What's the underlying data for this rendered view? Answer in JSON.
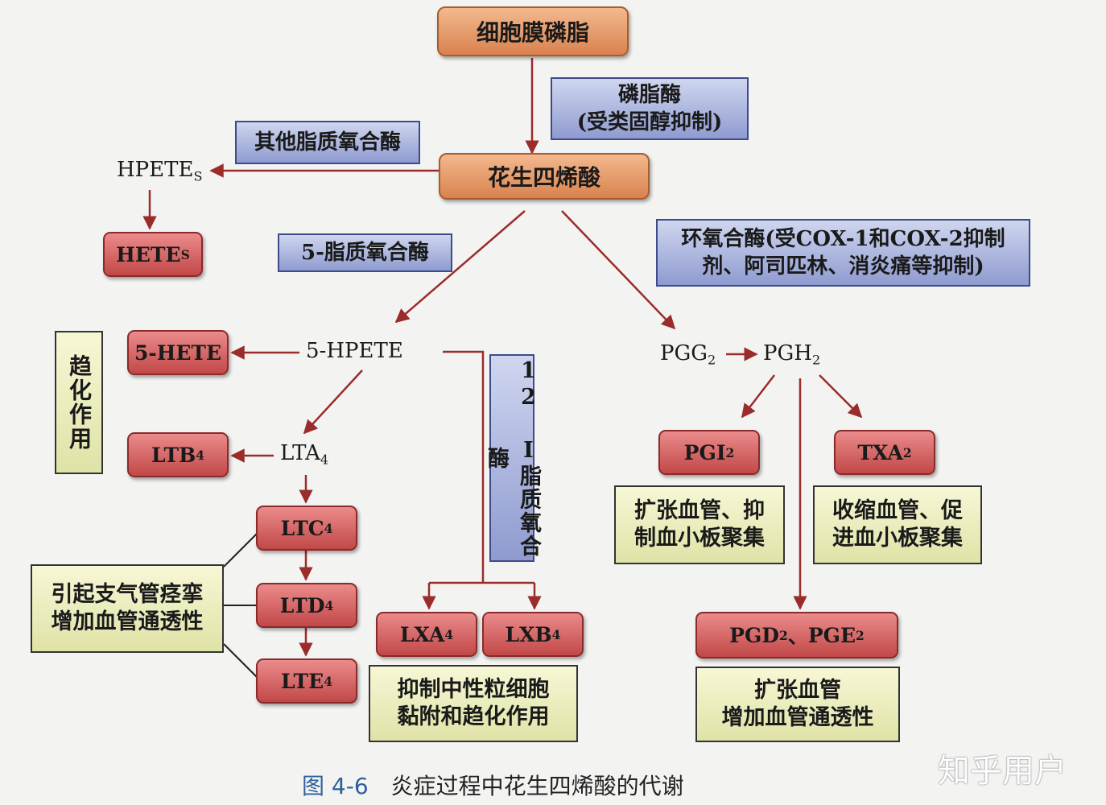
{
  "nodes": {
    "membrane": "细胞膜磷脂",
    "arachidonic": "花生四烯酸",
    "hpetes": {
      "main": "HPETE",
      "sub": "S"
    },
    "hetes": {
      "main": "HETE",
      "sub": "S"
    },
    "hpete5": "5-HPETE",
    "hete5": "5-HETE",
    "lta4": {
      "main": "LTA",
      "sub": "4"
    },
    "ltb4": {
      "main": "LTB",
      "sub": "4"
    },
    "ltc4": {
      "main": "LTC",
      "sub": "4"
    },
    "ltd4": {
      "main": "LTD",
      "sub": "4"
    },
    "lte4": {
      "main": "LTE",
      "sub": "4"
    },
    "lxa4": {
      "main": "LXA",
      "sub": "4"
    },
    "lxb4": {
      "main": "LXB",
      "sub": "4"
    },
    "pgg2": {
      "main": "PGG",
      "sub": "2"
    },
    "pgh2": {
      "main": "PGH",
      "sub": "2"
    },
    "pgi2": {
      "main": "PGI",
      "sub": "2"
    },
    "txa2": {
      "main": "TXA",
      "sub": "2"
    },
    "pgd2": {
      "main": "PGD",
      "sub": "2"
    },
    "pge_sep": "、",
    "pge2": {
      "main": "PGE",
      "sub": "2"
    }
  },
  "enzymes": {
    "phospholipase_line1": "磷脂酶",
    "phospholipase_line2": "(受类固醇抑制)",
    "other_lipoxygenase": "其他脂质氧合酶",
    "lipoxygenase5": "5-脂质氧合酶",
    "cox_line1": "环氧合酶(受COX-1和COX-2抑制",
    "cox_line2": "剂、阿司匹林、消炎痛等抑制)",
    "lipoxygenase12": "12 I脂质氧合酶"
  },
  "effects": {
    "chemotaxis": "趋化作用",
    "bronchospasm_line1": "引起支气管痉挛",
    "bronchospasm_line2": "增加血管通透性",
    "pgi2_line1": "扩张血管、抑",
    "pgi2_line2": "制血小板聚集",
    "txa2_line1": "收缩血管、促",
    "txa2_line2": "进血小板聚集",
    "lx_line1": "抑制中性粒细胞",
    "lx_line2": "黏附和趋化作用",
    "pgd_line1": "扩张血管",
    "pgd_line2": "增加血管通透性"
  },
  "caption": {
    "number": "图 4-6",
    "title": "炎症过程中花生四烯酸的代谢"
  },
  "watermark": "知乎用户",
  "colors": {
    "arrow": "#9b2c2c",
    "line": "#222222",
    "caption": "#2f5f9a"
  }
}
